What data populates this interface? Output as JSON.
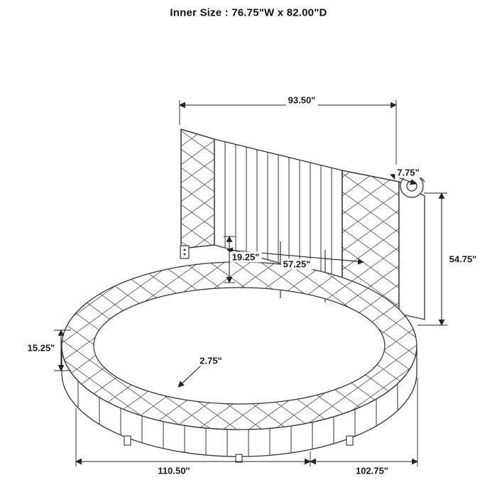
{
  "title": "Inner Size : 76.75\"W x 82.00\"D",
  "diagram": {
    "line_color": "#333333",
    "text_color": "#111111",
    "background": "#ffffff"
  },
  "dims": {
    "headboard_top_width": "93.50\"",
    "headboard_thickness": "7.75\"",
    "headboard_height": "54.75\"",
    "inner_rail_height": "19.25\"",
    "inner_width": "57.25\"",
    "base_side_height": "15.25\"",
    "deck_thickness": "2.75\"",
    "overall_width": "110.50\"",
    "overall_depth": "102.75\""
  }
}
